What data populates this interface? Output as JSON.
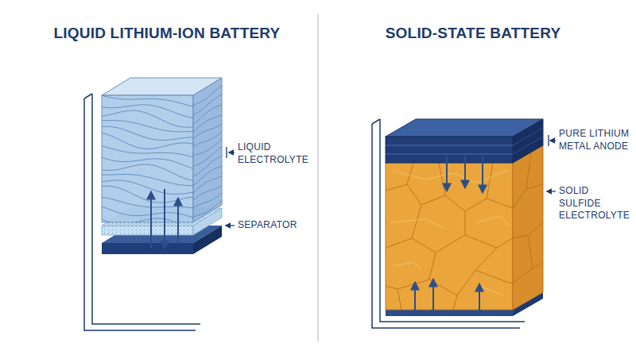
{
  "diagram": {
    "labels": [
      "LIQUID LITHIUM-ION BATTERY",
      "SOLID-STATE BATTERY",
      "LIQUID ELECTROLYTE",
      "SEPARATOR",
      "PURE LITHIUM METAL ANODE",
      "SOLID SULFIDE ELECTROLYTE"
    ]
  }
}
